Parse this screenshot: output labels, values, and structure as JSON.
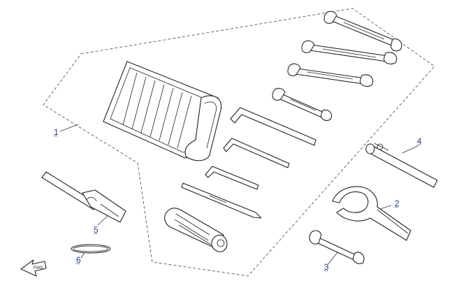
{
  "callouts": [
    {
      "id": "1",
      "label": "1"
    },
    {
      "id": "2",
      "label": "2"
    },
    {
      "id": "3",
      "label": "3"
    },
    {
      "id": "4",
      "label": "4"
    },
    {
      "id": "5",
      "label": "5"
    },
    {
      "id": "6",
      "label": "6"
    }
  ],
  "icons": {
    "front_arrow": "front-direction-arrow-icon"
  },
  "colors": {
    "callout_text": "#2a3a8a",
    "line": "#222222"
  }
}
